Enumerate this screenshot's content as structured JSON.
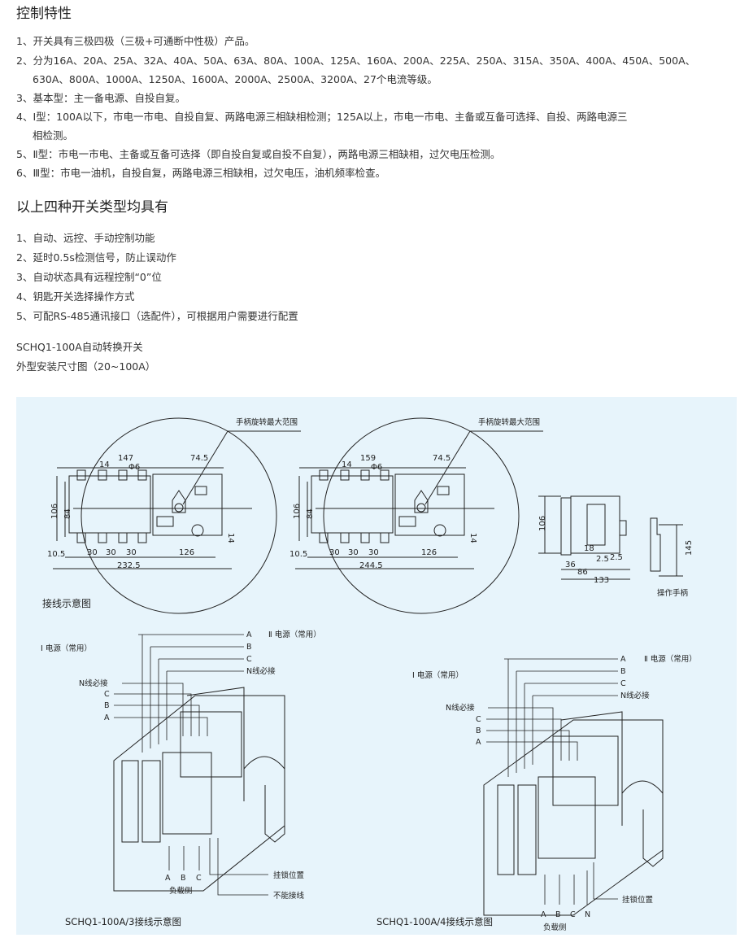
{
  "section1": {
    "title": "控制特性",
    "items": [
      "1、开关具有三极四极（三极+可通断中性极）产品。",
      "2、分为16A、20A、25A、32A、40A、50A、63A、80A、100A、125A、160A、200A、225A、250A、315A、350A、400A、450A、500A、",
      "630A、800A、1000A、1250A、1600A、2000A、2500A、3200A、27个电流等级。",
      "3、基本型：主一备电源、自投自复。",
      "4、Ⅰ型：100A以下，市电一市电、自投自复、两路电源三相缺相检测；125A以上，市电一市电、主备或互备可选择、自投、两路电源三",
      "相检测。",
      "5、Ⅱ型：市电一市电、主备或互备可选择（即自投自复或自投不自复），两路电源三相缺相，过欠电压检测。",
      "6、Ⅲ型：市电一油机，自投自复，两路电源三相缺相，过欠电压，油机频率检查。"
    ]
  },
  "section2": {
    "title": "以上四种开关类型均具有",
    "items": [
      "1、自动、远控、手动控制功能",
      "2、延时0.5s检测信号，防止误动作",
      "3、自动状态具有远程控制“0”位",
      "4、钥匙开关选择操作方式",
      "5、可配RS-485通讯接口（选配件），可根据用户需要进行配置"
    ]
  },
  "caption": {
    "line1": "SCHQ1-100A自动转换开关",
    "line2": "外型安装尺寸图（20~100A）"
  },
  "diagram": {
    "rotation_label": "手柄旋转最大范围",
    "left": {
      "w1": "147",
      "w2": "74.5",
      "d14": "14",
      "phi": "Φ6",
      "h106": "106",
      "h84": "84",
      "a": "10.5",
      "b": "30",
      "c": "126",
      "total": "232.5",
      "small": "14"
    },
    "right": {
      "w1": "159",
      "w2": "74.5",
      "d14": "14",
      "phi": "Φ6",
      "h106": "106",
      "h84": "84",
      "a": "10.5",
      "b": "30",
      "c": "126",
      "total": "244.5",
      "small": "14"
    },
    "side": {
      "h": "106",
      "d18": "18",
      "d25": "2.5",
      "d36": "36",
      "d86": "86",
      "d133": "133"
    },
    "handle": {
      "h": "145",
      "label": "操作手柄"
    },
    "wiring_title": "接线示意图",
    "wiring3": {
      "source2": "Ⅱ 电源（常用）",
      "source1": "Ⅰ 电源（常用）",
      "A": "A",
      "B": "B",
      "C": "C",
      "N": "N线必接",
      "lock": "挂锁位置",
      "no_wire": "不能接线",
      "load": "负载侧",
      "caption": "SCHQ1-100A/3接线示意图"
    },
    "wiring4": {
      "source2": "Ⅱ 电源（常用）",
      "source1": "Ⅰ 电源（常用）",
      "A": "A",
      "B": "B",
      "C": "C",
      "N": "N线必接",
      "Nb": "N",
      "lock": "挂锁位置",
      "load": "负载侧",
      "caption": "SCHQ1-100A/4接线示意图"
    }
  }
}
